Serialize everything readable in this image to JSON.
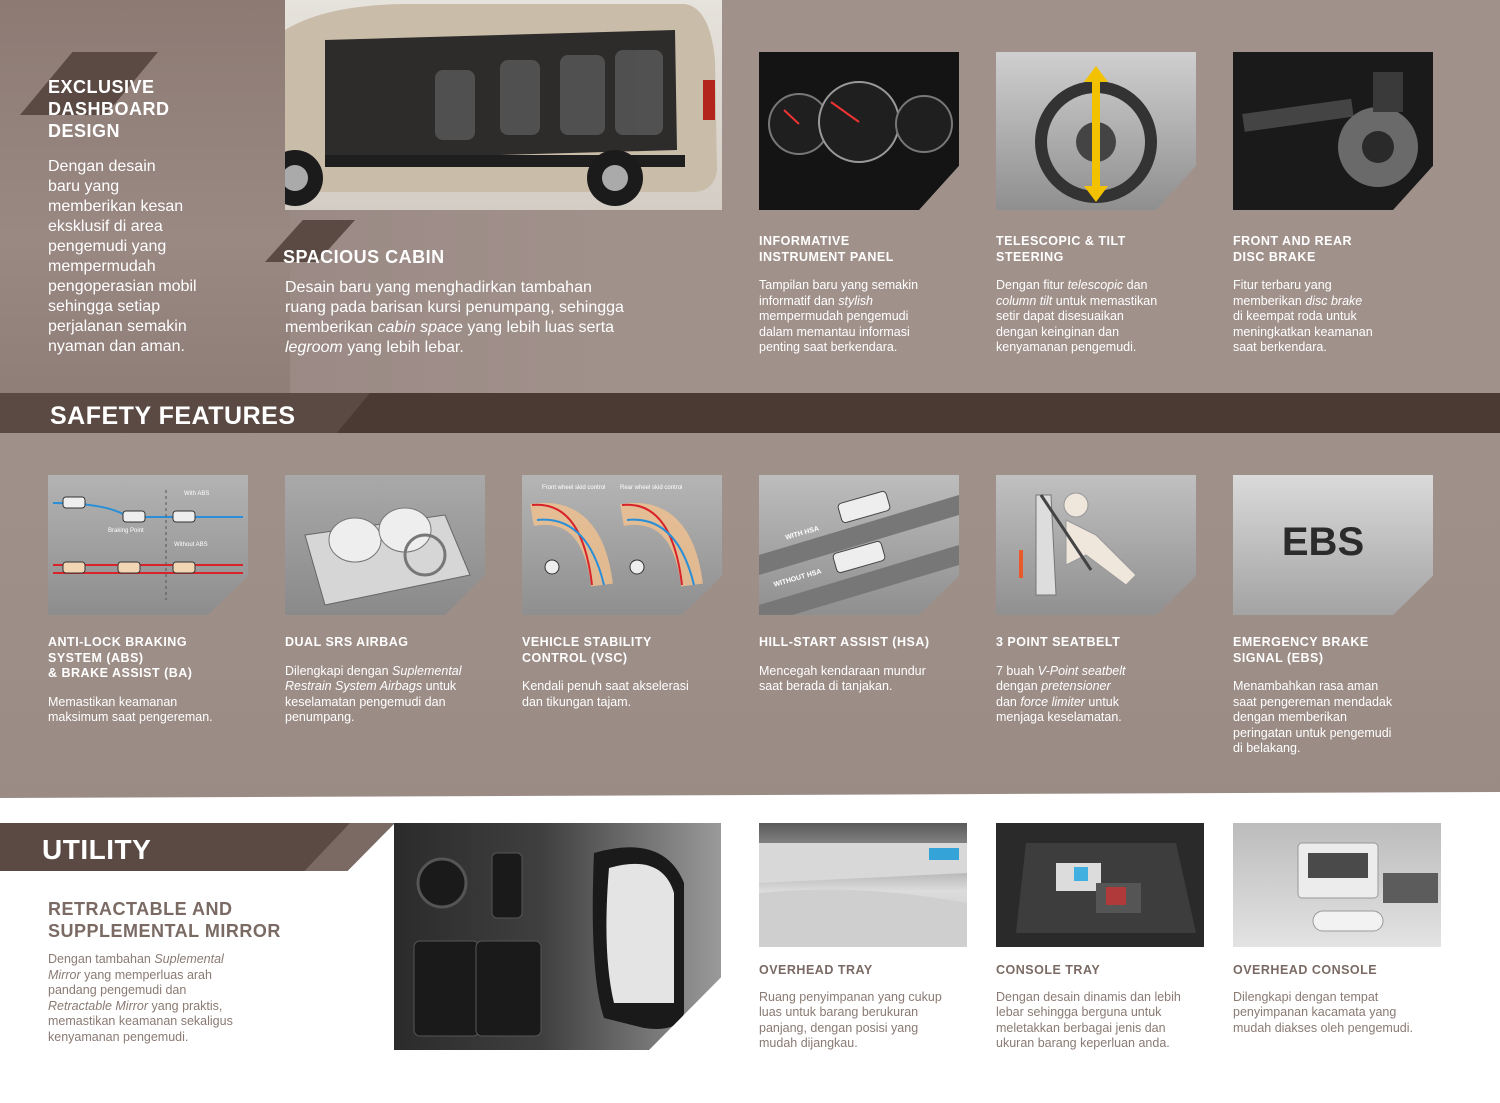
{
  "dashboard": {
    "title_lines": [
      "EXCLUSIVE",
      "DASHBOARD",
      "DESIGN"
    ],
    "desc_lines": [
      "Dengan desain",
      "baru yang",
      "memberikan kesan",
      "eksklusif di area",
      "pengemudi yang",
      "mempermudah",
      "pengoperasian mobil",
      "sehingga setiap",
      "perjalanan semakin",
      "nyaman dan aman."
    ]
  },
  "cabin": {
    "title": "SPACIOUS CABIN",
    "line1": "Desain baru yang menghadirkan tambahan",
    "line2": "ruang pada barisan kursi penumpang, sehingga",
    "line3_a": "memberikan ",
    "line3_b": "cabin space",
    "line3_c": " yang lebih luas serta",
    "line4_a": "legroom",
    "line4_b": " yang lebih lebar."
  },
  "top_features": [
    {
      "title": [
        "INFORMATIVE",
        "INSTRUMENT PANEL"
      ],
      "desc": [
        [
          "Tampilan baru yang semakin"
        ],
        [
          "informatif dan ",
          "stylish"
        ],
        [
          "mempermudah pengemudi"
        ],
        [
          "dalam memantau informasi"
        ],
        [
          "penting saat berkendara."
        ]
      ]
    },
    {
      "title": [
        "TELESCOPIC & TILT",
        "STEERING"
      ],
      "desc": [
        [
          "Dengan fitur ",
          "telescopic",
          " dan"
        ],
        [
          "",
          "column tilt",
          " untuk memastikan"
        ],
        [
          "setir dapat disesuaikan"
        ],
        [
          "dengan keinginan dan"
        ],
        [
          "kenyamanan pengemudi."
        ]
      ]
    },
    {
      "title": [
        "FRONT AND REAR",
        "DISC BRAKE"
      ],
      "desc": [
        [
          "Fitur terbaru yang"
        ],
        [
          "memberikan ",
          "disc brake"
        ],
        [
          "di keempat roda untuk"
        ],
        [
          "meningkatkan keamanan"
        ],
        [
          "saat berkendara."
        ]
      ]
    }
  ],
  "safety": {
    "heading": "SAFETY FEATURES",
    "items": [
      {
        "title": [
          "ANTI-LOCK BRAKING",
          "SYSTEM (ABS)",
          "& BRAKE ASSIST (BA)"
        ],
        "desc": [
          [
            "Memastikan keamanan"
          ],
          [
            "maksimum saat pengereman."
          ]
        ],
        "img_labels": {
          "with": "With ABS",
          "without": "Without ABS",
          "braking": "Braking Point"
        }
      },
      {
        "title": [
          "DUAL SRS AIRBAG"
        ],
        "desc": [
          [
            "Dilengkapi dengan ",
            "Suplemental"
          ],
          [
            "",
            "Restrain System Airbags",
            " untuk"
          ],
          [
            "keselamatan pengemudi dan"
          ],
          [
            "penumpang."
          ]
        ]
      },
      {
        "title": [
          "VEHICLE STABILITY",
          "CONTROL (VSC)"
        ],
        "desc": [
          [
            "Kendali penuh saat akselerasi"
          ],
          [
            "dan tikungan tajam."
          ]
        ],
        "img_labels": {
          "front": "Front wheel skid control",
          "rear": "Rear wheel skid control"
        }
      },
      {
        "title": [
          "HILL-START ASSIST (HSA)"
        ],
        "desc": [
          [
            "Mencegah kendaraan mundur"
          ],
          [
            "saat berada di tanjakan."
          ]
        ],
        "img_labels": {
          "with": "WITH HSA",
          "without": "WITHOUT HSA"
        }
      },
      {
        "title": [
          "3 POINT SEATBELT"
        ],
        "desc": [
          [
            "7 buah ",
            "V-Point seatbelt"
          ],
          [
            "dengan ",
            "pretensioner"
          ],
          [
            "dan ",
            "force limiter",
            " untuk"
          ],
          [
            "menjaga keselamatan."
          ]
        ]
      },
      {
        "title": [
          "EMERGENCY BRAKE",
          "SIGNAL (EBS)"
        ],
        "desc": [
          [
            "Menambahkan rasa aman"
          ],
          [
            "saat pengereman mendadak"
          ],
          [
            "dengan memberikan"
          ],
          [
            "peringatan untuk pengemudi"
          ],
          [
            "di belakang."
          ]
        ],
        "img_labels": {
          "ebs": "EBS"
        }
      }
    ]
  },
  "utility": {
    "heading": "UTILITY",
    "mirror": {
      "title": [
        "RETRACTABLE AND",
        "SUPPLEMENTAL MIRROR"
      ],
      "desc": [
        [
          "Dengan tambahan ",
          "Suplemental"
        ],
        [
          "",
          "Mirror",
          " yang memperluas arah"
        ],
        [
          "pandang pengemudi dan"
        ],
        [
          "",
          "Retractable Mirror",
          " yang praktis,"
        ],
        [
          "memastikan keamanan sekaligus"
        ],
        [
          "kenyamanan pengemudi."
        ]
      ]
    },
    "items": [
      {
        "title": "OVERHEAD TRAY",
        "desc": [
          [
            "Ruang penyimpanan yang cukup"
          ],
          [
            "luas untuk barang berukuran"
          ],
          [
            "panjang, dengan posisi yang"
          ],
          [
            "mudah dijangkau."
          ]
        ]
      },
      {
        "title": "CONSOLE TRAY",
        "desc": [
          [
            "Dengan desain dinamis dan lebih"
          ],
          [
            "lebar sehingga berguna untuk"
          ],
          [
            "meletakkan berbagai jenis dan"
          ],
          [
            "ukuran barang keperluan anda."
          ]
        ]
      },
      {
        "title": "OVERHEAD CONSOLE",
        "desc": [
          [
            "Dilengkapi dengan tempat"
          ],
          [
            "penyimpanan kacamata yang"
          ],
          [
            "mudah diakses oleh pengemudi."
          ]
        ]
      }
    ]
  }
}
